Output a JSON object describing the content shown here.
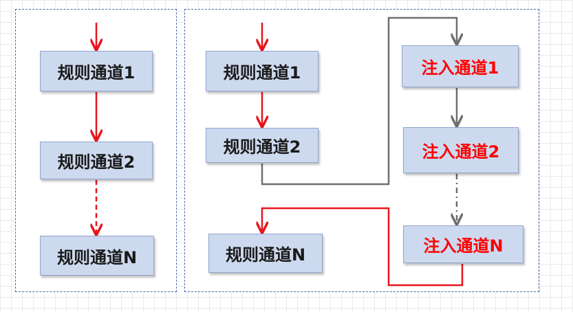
{
  "left_panel": {
    "nodes": [
      "规则通道1",
      "规则通道2",
      "规则通道N"
    ]
  },
  "right_panel": {
    "regular_nodes": [
      "规则通道1",
      "规则通道2",
      "规则通道N"
    ],
    "injected_nodes": [
      "注入通道1",
      "注入通道2",
      "注入通道N"
    ]
  },
  "colors": {
    "regular_text": "#1a1a1a",
    "injected_text": "#ff0000",
    "box_fill": "#cdd9ef",
    "red_arrow": "#e8141b",
    "gray_arrow": "#6e6e6e"
  }
}
